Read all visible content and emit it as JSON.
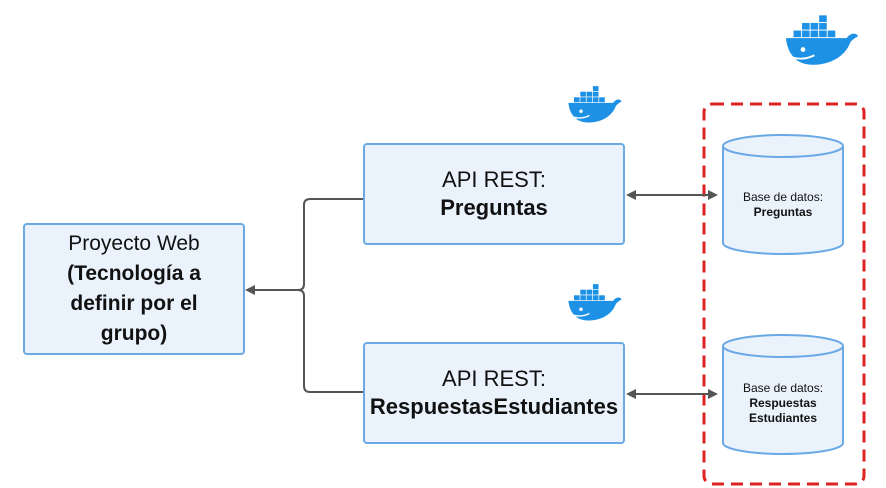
{
  "web": {
    "line1": "Proyecto Web",
    "line2a": "(Tecnología a",
    "line2b": "definir por el",
    "line2c": "grupo)"
  },
  "api1": {
    "line1": "API REST:",
    "line2": "Preguntas"
  },
  "api2": {
    "line1": "API REST:",
    "line2": "RespuestasEstudiantes"
  },
  "db1": {
    "line1": "Base de datos:",
    "line2": "Preguntas"
  },
  "db2": {
    "line1": "Base de datos:",
    "line2a": "Respuestas",
    "line2b": "Estudiantes"
  },
  "colors": {
    "box_fill": "#eaf3fc",
    "box_border": "#6aa9e6",
    "dashed_border": "#dd2222",
    "connector": "#555555",
    "docker": "#1d91e6"
  },
  "icons": [
    "docker-whale-icon"
  ]
}
